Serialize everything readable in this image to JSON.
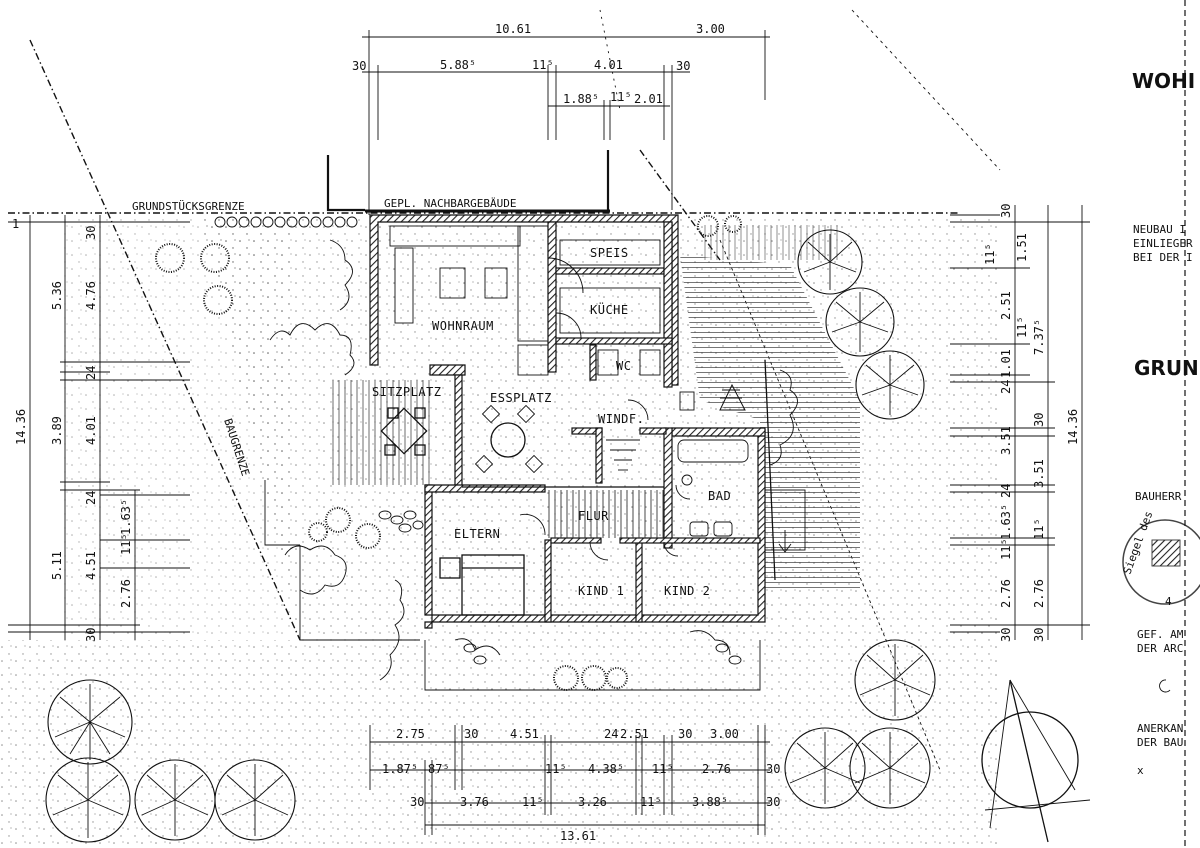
{
  "labels": {
    "grundstuecksgrenze": "GRUNDSTÜCKSGRENZE",
    "nachbar": "GEPL. NACHBARGEBÄUDE",
    "baugrenze": "BAUGRENZE",
    "wohnraum": "WOHNRAUM",
    "essplatz": "ESSPLATZ",
    "sitzplatz": "SITZPLATZ",
    "speis": "SPEIS",
    "kueche": "KÜCHE",
    "wc": "WC",
    "windf": "WINDF.",
    "flur": "FLUR",
    "bad": "BAD",
    "eltern": "ELTERN",
    "kind1": "KIND 1",
    "kind2": "KIND 2"
  },
  "top_dims": {
    "overall": "10.61",
    "overall_r": "3.00",
    "r2_30a": "30",
    "r2_a": "5.88⁵",
    "r2_115": "11⁵",
    "r2_b": "4.01",
    "r2_30b": "30",
    "r3_a": "1.88⁵",
    "r3_115": "11⁵",
    "r3_b": "2.01"
  },
  "bottom_dims": {
    "r1_a": "2.75",
    "r1_30a": "30",
    "r1_b": "4.51",
    "r1_24": "24",
    "r1_c": "2.51",
    "r1_30b": "30",
    "r1_d": "3.00",
    "r2_a": "1.87⁵",
    "r2_b": "87⁵",
    "r2_115a": "11⁵",
    "r2_c": "4.38⁵",
    "r2_115b": "11⁵",
    "r2_d": "2.76",
    "r2_30": "30",
    "r3_30a": "30",
    "r3_a": "3.76",
    "r3_115a": "11⁵",
    "r3_b": "3.26",
    "r3_115b": "11⁵",
    "r3_c": "3.88⁵",
    "r3_30b": "30",
    "total": "13.61"
  },
  "left_dims": {
    "one": "1",
    "total": "14.36",
    "c2_a": "5.36",
    "c2_b": "3.89",
    "c2_c": "5.11",
    "c3_30": "30",
    "c3_a": "4.76",
    "c3_24a": "24",
    "c3_b": "4.01",
    "c3_24b": "24",
    "c3_c": "4.51",
    "c3_30b": "30",
    "c4_a": "1.63⁵",
    "c4_115": "11⁵",
    "c4_b": "2.76"
  },
  "right_dims": {
    "c1_30": "30",
    "c1_115a": "11⁵",
    "c1_a": "1.51",
    "c1_b": "2.51",
    "c1_115b": "11⁵",
    "c1_c": "1.01",
    "c1_24a": "24",
    "c1_d": "3.51",
    "c1_24b": "24",
    "c1_e": "1.63⁵",
    "c1_115c": "11⁵",
    "c1_f": "2.76",
    "c1_30b": "30",
    "c2_a": "7.37⁵",
    "c2_30": "30",
    "c2_b": "3.51",
    "c2_115": "11⁵",
    "c2_c": "2.76",
    "c2_30b": "30",
    "total": "14.36"
  },
  "sidebar": {
    "title1": "WOHI",
    "line1": "NEUBAU I",
    "line2": "EINLIEGER",
    "line3": "BEI DER I",
    "title2": "GRUN",
    "bauherr": "BAUHERR",
    "gef1": "GEF. AM",
    "gef2": "DER ARC",
    "anerk1": "ANERKAN",
    "anerk2": "DER BAU",
    "seal_text": "Siegel des",
    "seal_num": "4",
    "mark": "x"
  }
}
